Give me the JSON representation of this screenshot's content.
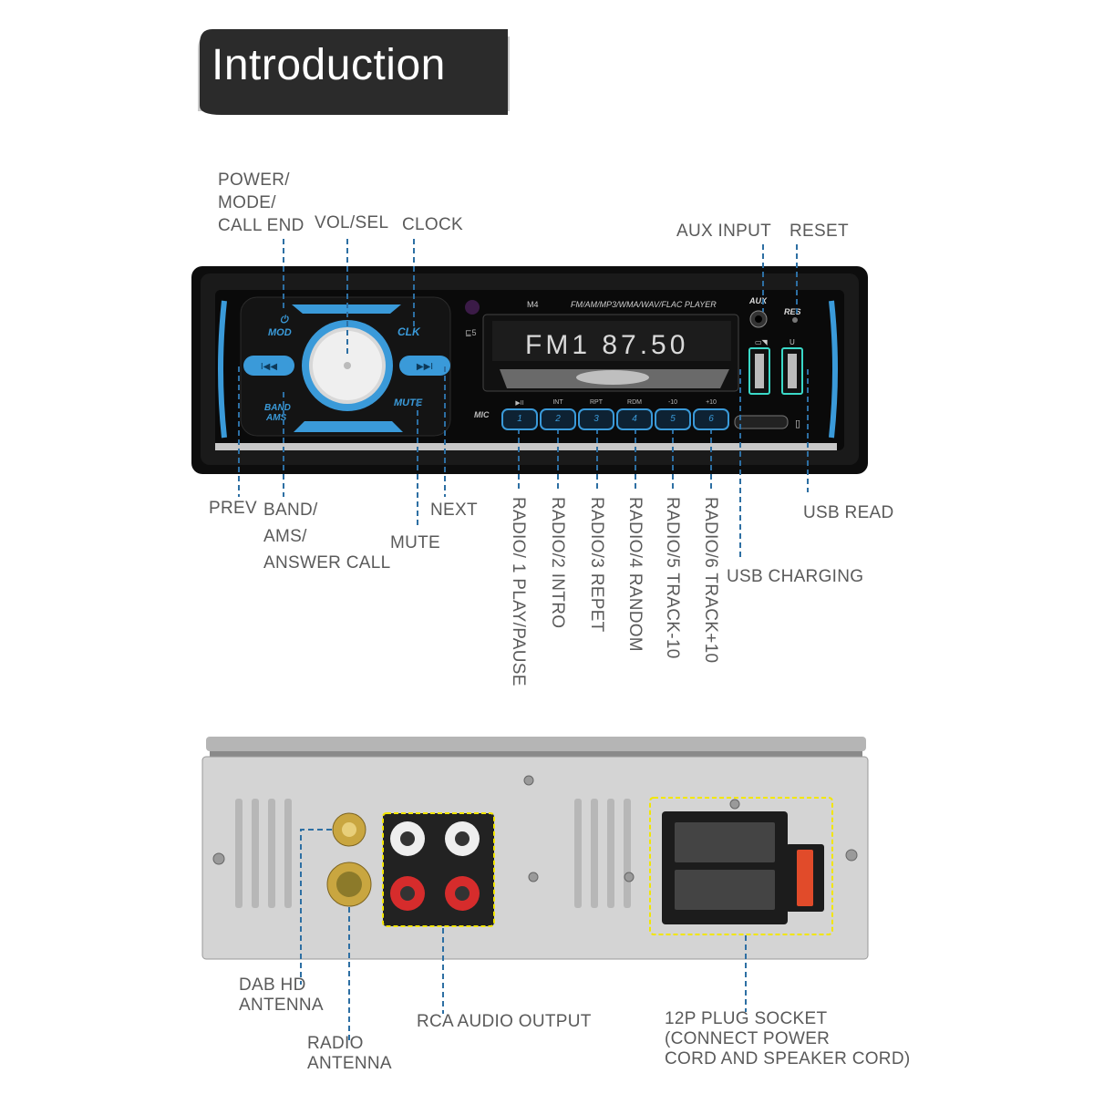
{
  "title": "Introduction",
  "front_panel": {
    "model": "M4",
    "formats": "FM/AM/MP3/WMA/WAV/FLAC PLAYER",
    "aux_label": "AUX",
    "res_label": "RES",
    "mic_label": "MIC",
    "display_text": "FM1  87.50",
    "buttons": {
      "mod": "MOD",
      "clk": "CLK",
      "band": "BAND",
      "ams": "AMS",
      "mute": "MUTE"
    },
    "preset_captions": [
      "▶II",
      "INT",
      "RPT",
      "RDM",
      "-10",
      "+10"
    ],
    "preset_numbers": [
      "1",
      "2",
      "3",
      "4",
      "5",
      "6"
    ]
  },
  "labels": {
    "power_mode": [
      "POWER/",
      "MODE/",
      "CALL END"
    ],
    "vol_sel": "VOL/SEL",
    "clock": "CLOCK",
    "aux_input": "AUX INPUT",
    "reset": "RESET",
    "prev": "PREV",
    "band_ams": [
      "BAND/",
      "AMS/",
      "ANSWER CALL"
    ],
    "mute": "MUTE",
    "next": "NEXT",
    "usb_read": "USB READ",
    "usb_charging": "USB CHARGING",
    "radio_presets": [
      "RADIO/ 1  PLAY/PAUSE",
      "RADIO/2  INTRO",
      "RADIO/3  REPET",
      "RADIO/4  RANDOM",
      "RADIO/5  TRACK-10",
      "RADIO/6  TRACK+10"
    ]
  },
  "back_labels": {
    "dab": [
      "DAB HD",
      "ANTENNA"
    ],
    "radio": [
      "RADIO",
      "ANTENNA"
    ],
    "rca": "RCA AUDIO OUTPUT",
    "plug": [
      "12P PLUG SOCKET",
      "(CONNECT POWER",
      "CORD AND SPEAKER CORD)"
    ]
  },
  "colors": {
    "accent_blue": "#3a9ad9",
    "leader_blue": "#2d6fa3",
    "highlight_yellow": "#f2e600"
  }
}
